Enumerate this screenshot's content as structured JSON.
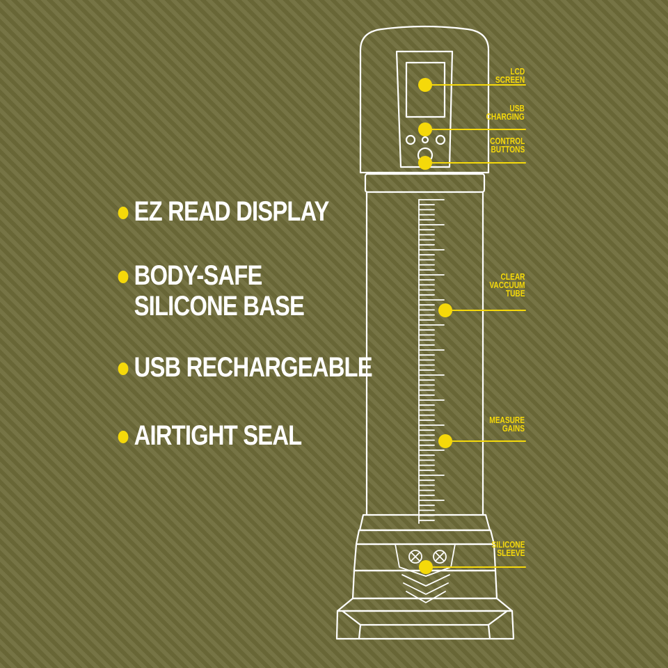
{
  "features": [
    {
      "lines": [
        "EZ READ DISPLAY"
      ]
    },
    {
      "lines": [
        "BODY-SAFE",
        "SILICONE BASE"
      ]
    },
    {
      "lines": [
        "USB RECHARGEABLE"
      ]
    },
    {
      "lines": [
        "AIRTIGHT SEAL"
      ]
    }
  ],
  "callouts": {
    "lcd_screen": [
      "LCD",
      "SCREEN"
    ],
    "usb_charging": [
      "USB",
      "CHARGING"
    ],
    "control_buttons": [
      "CONTROL",
      "BUTTONS"
    ],
    "clear_vacuum_tube": [
      "CLEAR",
      "VACCUUM",
      "TUBE"
    ],
    "measure_gains": [
      "MEASURE",
      "GAINS"
    ],
    "silicone_sleeve": [
      "SILICONE",
      "SLEEVE"
    ]
  },
  "colors": {
    "background": "#6f6d3c",
    "accent": "#f5d90a",
    "outline": "#ffffff"
  },
  "icons": {
    "bullet": "yellow-dot-icon",
    "device": "vacuum-pump-outline-icon",
    "emblem": "shield-emblem-icon"
  }
}
